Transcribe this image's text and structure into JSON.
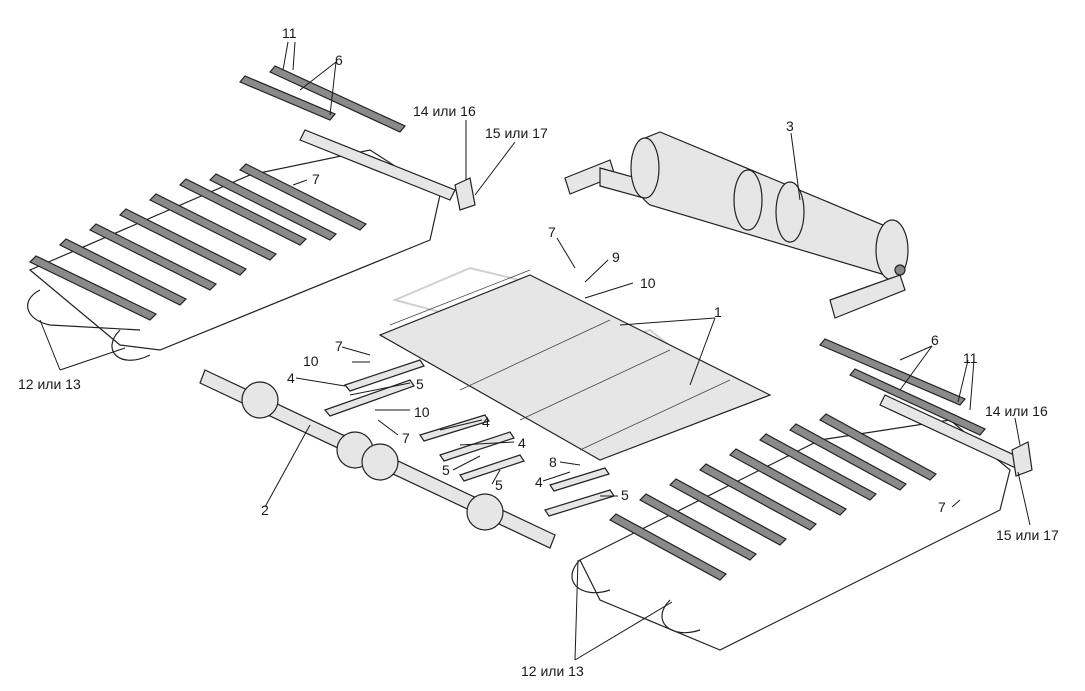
{
  "callouts": {
    "c1": "1",
    "c2": "2",
    "c3": "3",
    "c4a": "4",
    "c4b": "4",
    "c4c": "4",
    "c4d": "4",
    "c5a": "5",
    "c5b": "5",
    "c5c": "5",
    "c5d": "5",
    "c6a": "6",
    "c6b": "6",
    "c7a": "7",
    "c7b": "7",
    "c7c": "7",
    "c7d": "7",
    "c7e": "7",
    "c8": "8",
    "c9": "9",
    "c10a": "10",
    "c10b": "10",
    "c10c": "10",
    "c11a": "11",
    "c11b": "11",
    "c12a": "12 или 13",
    "c12b": "12 или 13",
    "c14a": "14 или 16",
    "c14b": "14 или 16",
    "c15a": "15 или 17",
    "c15b": "15 или 17"
  }
}
